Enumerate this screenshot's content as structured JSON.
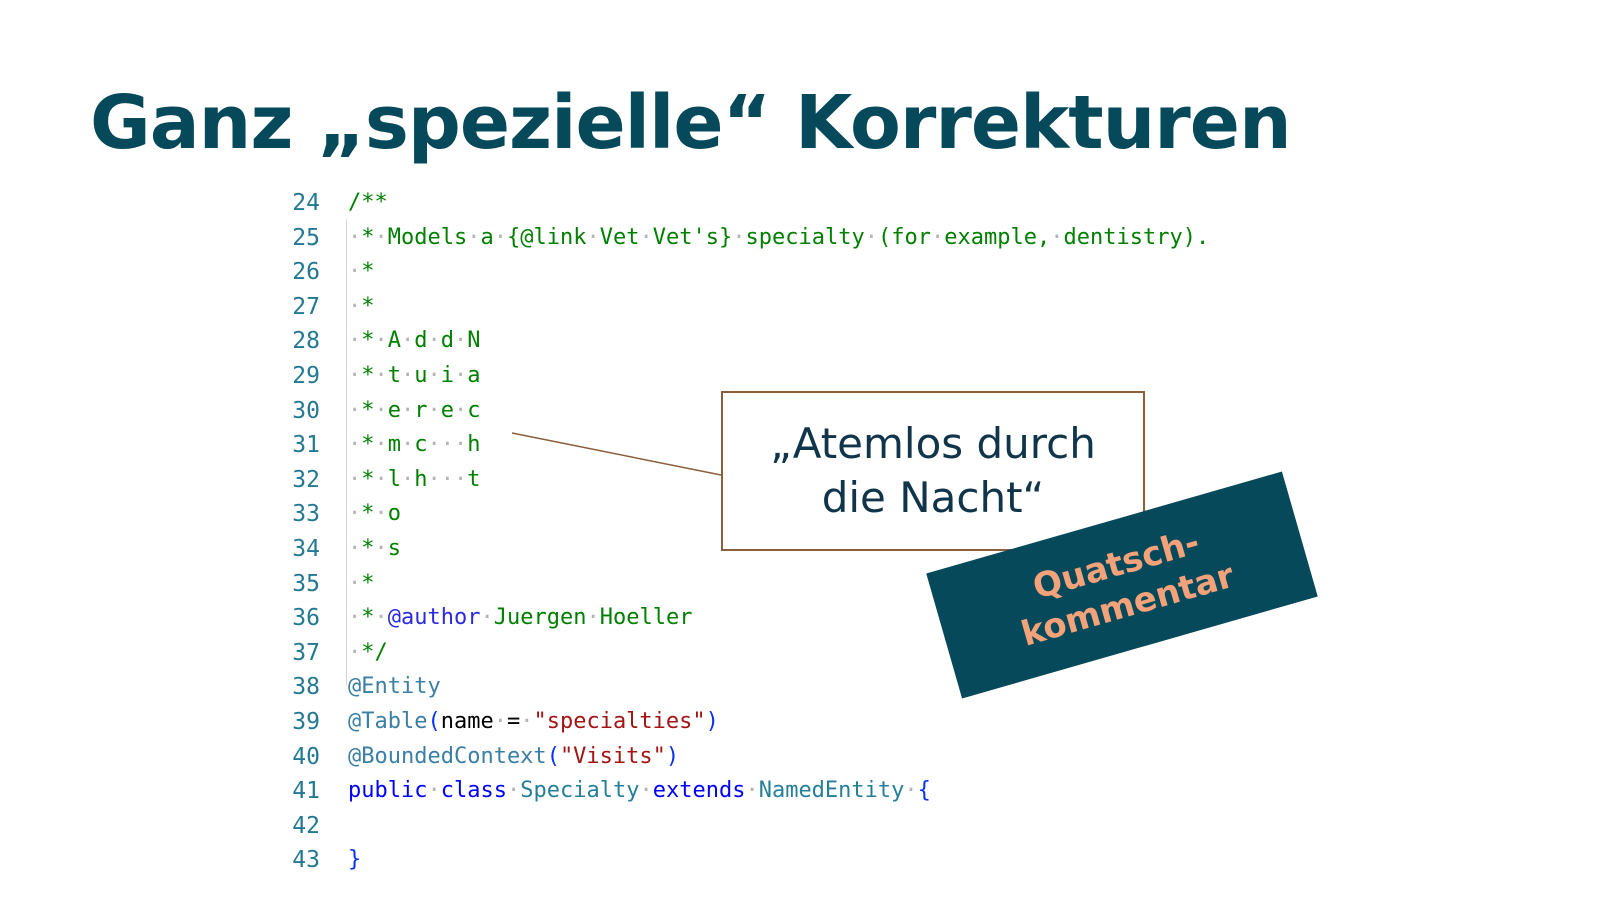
{
  "slide": {
    "title": "Ganz „spezielle“ Korrekturen"
  },
  "code": {
    "lines": [
      {
        "num": "24",
        "t1": "/**"
      },
      {
        "num": "25",
        "t1": " * Models a {@link Vet Vet's} specialty (for example, dentistry)."
      },
      {
        "num": "26",
        "t1": " *"
      },
      {
        "num": "27",
        "t1": " *"
      },
      {
        "num": "28",
        "t1": " * A d d N"
      },
      {
        "num": "29",
        "t1": " * t u i a"
      },
      {
        "num": "30",
        "t1": " * e r e c"
      },
      {
        "num": "31",
        "t1": " * m c   h"
      },
      {
        "num": "32",
        "t1": " * l h   t"
      },
      {
        "num": "33",
        "t1": " * o"
      },
      {
        "num": "34",
        "t1": " * s"
      },
      {
        "num": "35",
        "t1": " *"
      },
      {
        "num": "36",
        "t1": " * ",
        "t2": "@author",
        "t3": " Juergen Hoeller"
      },
      {
        "num": "37",
        "t1": " */"
      },
      {
        "num": "38",
        "t1": "@Entity"
      },
      {
        "num": "39",
        "t1": "@Table",
        "t2": "(",
        "t3": "name",
        "t4": " = ",
        "t5": "\"specialties\"",
        "t6": ")"
      },
      {
        "num": "40",
        "t1": "@BoundedContext",
        "t2": "(",
        "t3": "\"Visits\"",
        "t4": ")"
      },
      {
        "num": "41",
        "t1": "public",
        "t2": " class ",
        "t3": "Specialty",
        "t4": " extends ",
        "t5": "NamedEntity",
        "t6": " {"
      },
      {
        "num": "42"
      },
      {
        "num": "43",
        "t1": "}"
      }
    ]
  },
  "callout": {
    "text": "„Atemlos durch\ndie Nacht“"
  },
  "stamp": {
    "text": "Quatsch-\nkommentar"
  },
  "colors": {
    "title": "#05495a",
    "comment": "#008000",
    "annotation": "#3b7fa4",
    "keyword": "#0000ff",
    "string": "#a31515",
    "line_number": "#237893",
    "stamp_bg": "#05495a",
    "stamp_text": "#f4a27a",
    "callout_border": "#8b5e3c"
  }
}
